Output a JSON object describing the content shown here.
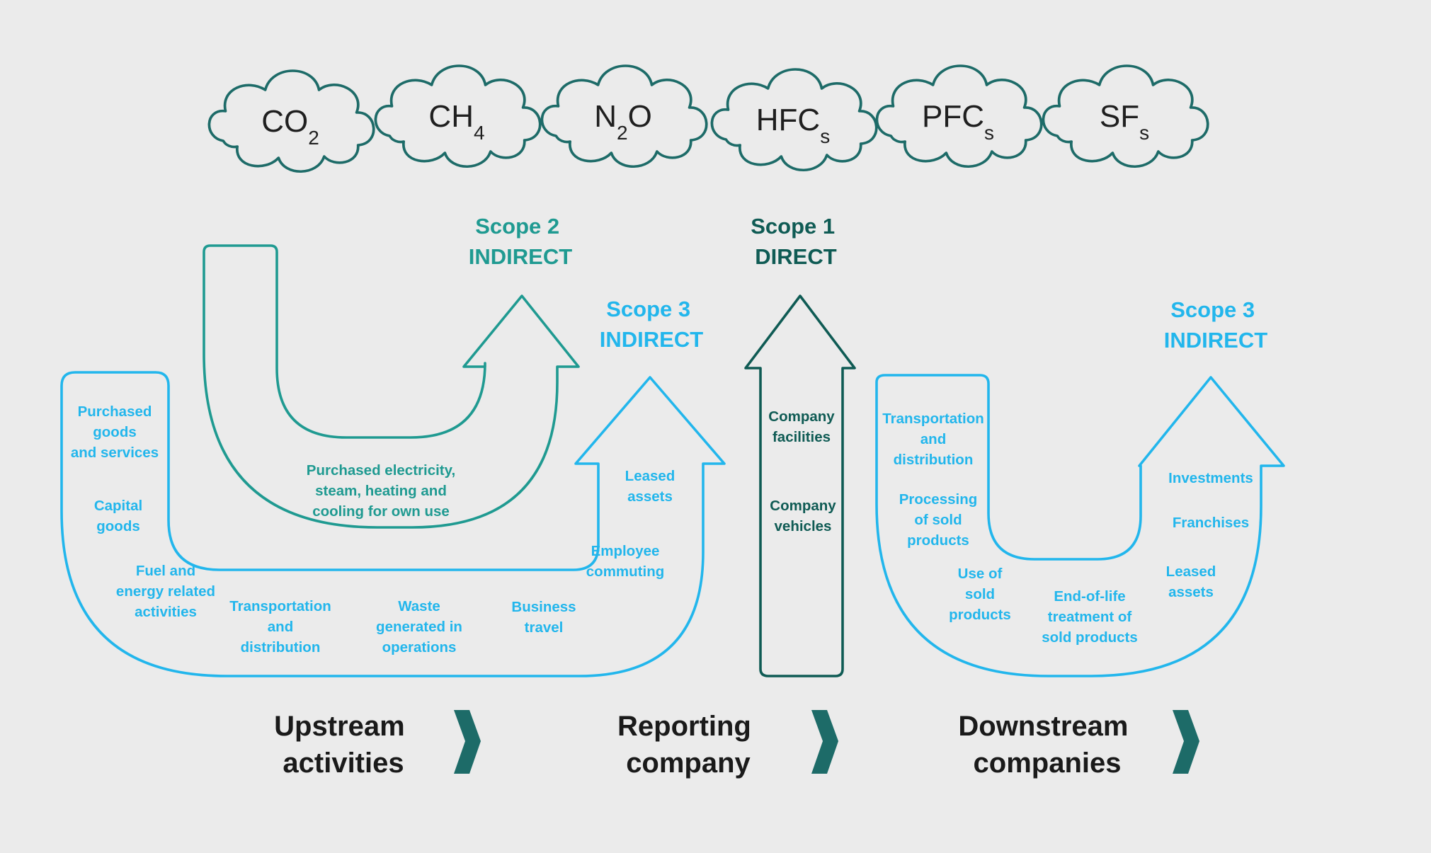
{
  "gases": [
    {
      "main": "CO",
      "sub": "2"
    },
    {
      "main": "CH",
      "sub": "4"
    },
    {
      "main": "N",
      "sub": "2",
      "tail": "O"
    },
    {
      "main": "HFC",
      "sub": "s"
    },
    {
      "main": "PFC",
      "sub": "s"
    },
    {
      "main": "SF",
      "sub": "s"
    }
  ],
  "scopes": {
    "scope2": {
      "line1": "Scope 2",
      "line2": "INDIRECT"
    },
    "scope1": {
      "line1": "Scope 1",
      "line2": "DIRECT"
    },
    "scope3_upstream": {
      "line1": "Scope 3",
      "line2": "INDIRECT"
    },
    "scope3_downstream": {
      "line1": "Scope 3",
      "line2": "INDIRECT"
    }
  },
  "scope2_items": [
    [
      "Purchased electricity,",
      "steam, heating and",
      "cooling for own use"
    ]
  ],
  "upstream_items": [
    [
      "Purchased",
      "goods",
      "and services"
    ],
    [
      "Capital",
      "goods"
    ],
    [
      "Fuel and",
      "energy related",
      "activities"
    ],
    [
      "Transportation",
      "and",
      "distribution"
    ],
    [
      "Waste",
      "generated in",
      "operations"
    ],
    [
      "Business",
      "travel"
    ],
    [
      "Employee",
      "commuting"
    ],
    [
      "Leased",
      "assets"
    ]
  ],
  "scope1_items": [
    [
      "Company",
      "facilities"
    ],
    [
      "Company",
      "vehicles"
    ]
  ],
  "downstream_items": [
    [
      "Transportation",
      "and",
      "distribution"
    ],
    [
      "Processing",
      "of sold",
      "products"
    ],
    [
      "Use of",
      "sold",
      "products"
    ],
    [
      "End-of-life",
      "treatment of",
      "sold products"
    ],
    [
      "Investments"
    ],
    [
      "Franchises"
    ],
    [
      "Leased",
      "assets"
    ]
  ],
  "stages": [
    {
      "line1": "Upstream",
      "line2": "activities"
    },
    {
      "line1": "Reporting",
      "line2": "company"
    },
    {
      "line1": "Downstream",
      "line2": "companies"
    }
  ],
  "colors": {
    "background": "#ebebeb",
    "scope3": "#22b6ec",
    "scope2": "#1f9a91",
    "scope1": "#0f5b54",
    "cloud": "#1d6b68",
    "chevron": "#1d6b68"
  }
}
